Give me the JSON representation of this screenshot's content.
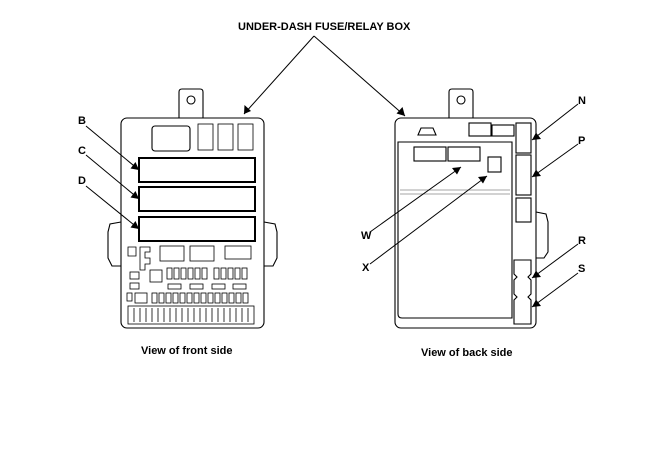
{
  "title": "UNDER-DASH FUSE/RELAY BOX",
  "front_caption": "View of front side",
  "back_caption": "View of back side",
  "callouts": {
    "B": "B",
    "C": "C",
    "D": "D",
    "N": "N",
    "P": "P",
    "W": "W",
    "X": "X",
    "R": "R",
    "S": "S"
  }
}
